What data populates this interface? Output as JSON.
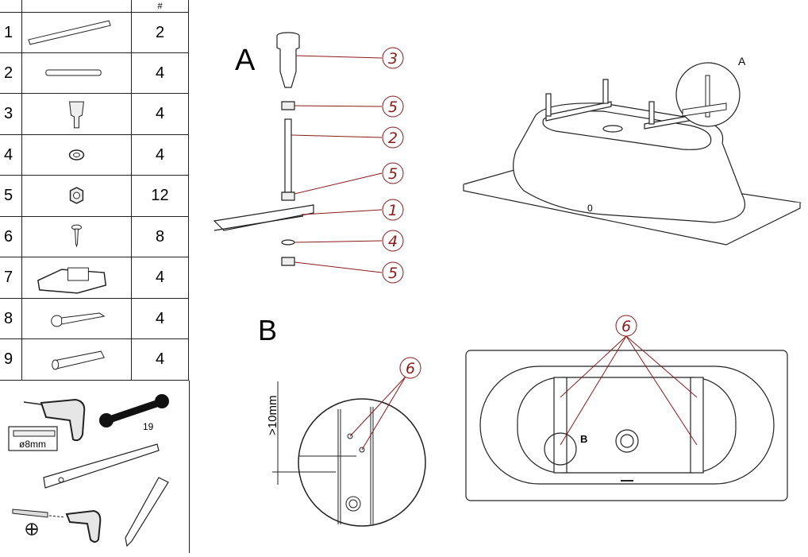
{
  "parts_table": {
    "header_qty": "#",
    "rows": [
      {
        "num": "1",
        "icon": "rail-icon",
        "qty": "2"
      },
      {
        "num": "2",
        "icon": "rod-icon",
        "qty": "4"
      },
      {
        "num": "3",
        "icon": "foot-icon",
        "qty": "4"
      },
      {
        "num": "4",
        "icon": "washer-icon",
        "qty": "4"
      },
      {
        "num": "5",
        "icon": "nut-icon",
        "qty": "12"
      },
      {
        "num": "6",
        "icon": "screw-icon",
        "qty": "8"
      },
      {
        "num": "7",
        "icon": "bracket-icon",
        "qty": "4"
      },
      {
        "num": "8",
        "icon": "wood-screw-icon",
        "qty": "4"
      },
      {
        "num": "9",
        "icon": "wall-plug-icon",
        "qty": "4"
      }
    ]
  },
  "tools": {
    "drill_bit_label": "ø8mm",
    "wrench_size": "19"
  },
  "step_a": {
    "label": "A",
    "callouts": [
      "3",
      "5",
      "2",
      "5",
      "1",
      "4",
      "5"
    ],
    "detail_label": "A",
    "drain_label": "0"
  },
  "step_b": {
    "label": "B",
    "dimension": ">10mm",
    "callout": "6",
    "top_callout": "6",
    "detail_label": "B"
  },
  "colors": {
    "callout": "#8b1a1a",
    "line": "#222222"
  }
}
